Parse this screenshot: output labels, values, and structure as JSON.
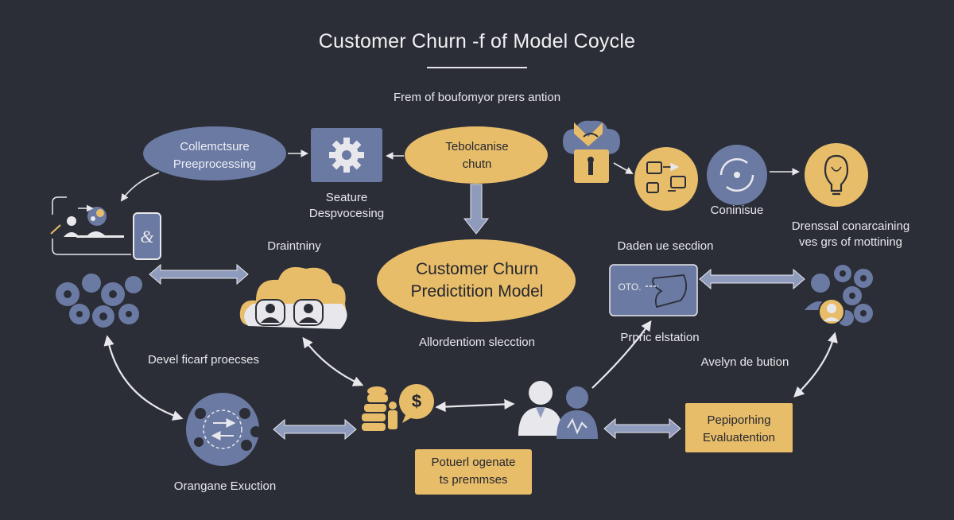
{
  "title": "Customer Churn -f of Model Coycle",
  "subtitle": "Frem of boufomyor prers antion",
  "nodes": {
    "collect_pre_line1": "Collemctsure",
    "collect_pre_line2": "Preeprocessing",
    "feature_line1": "Seature",
    "feature_line2": "Despvocesing",
    "tepol_line1": "Tebolcanise",
    "tepol_line2": "chutn",
    "continue_label": "Coninisue",
    "dremsal_line1": "Drenssal conarcaining",
    "dremsal_line2": "ves grs of mottining",
    "draintiny_label": "Draintniny",
    "center_line1": "Customer Churn",
    "center_line2": "Predictition Model",
    "algo_label": "Allordentiom slecction",
    "daden_label": "Daden ue secdion",
    "screen_text": "OTO.",
    "prpric_label": "Prpric elstation",
    "develop_label": "Devel ficarf proecses",
    "avelyn_label": "Avelyn de bution",
    "orange_label": "Orangane Exuction",
    "deploy_line1": "Potuerl ogenate",
    "deploy_line2": "ts premmses",
    "eval_line1": "Pepiporhing",
    "eval_line2": "Evaluatention",
    "dollar_symbol": "$"
  },
  "colors": {
    "background": "#2c2e37",
    "steel": "#6b7aa3",
    "steel_light": "#8f9bbd",
    "gold": "#e8bd6a",
    "white": "#e8e8ec"
  },
  "icons": [
    "people-group-icon",
    "gear-icon",
    "tablet-icon",
    "gear-cluster-icon",
    "cloud-users-icon",
    "lab-coat-icon",
    "currency-exchange-icon",
    "refresh-icon",
    "lightbulb-icon",
    "gear-people-icon",
    "exchange-circle-icon",
    "coin-stack-icon",
    "dollar-bubble-icon",
    "users-icon",
    "screen-graph-icon"
  ]
}
